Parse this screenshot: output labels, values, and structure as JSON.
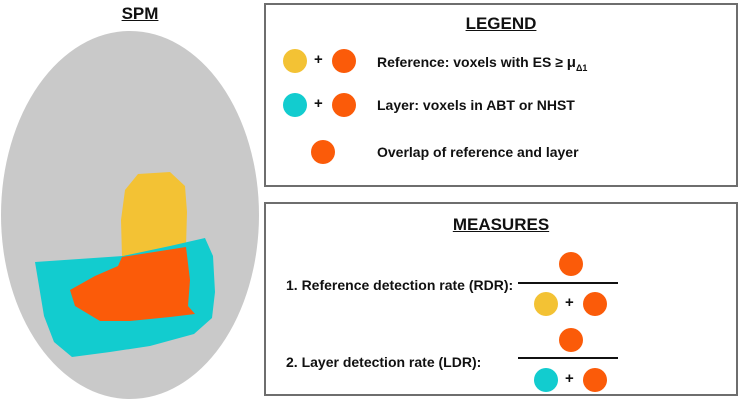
{
  "spm": {
    "title": "SPM",
    "colors": {
      "background": "#c9c9c9",
      "reference": "#f3c234",
      "overlap": "#fb5b09",
      "layer": "#12cccf"
    }
  },
  "legend": {
    "title": "LEGEND",
    "rows": [
      {
        "plus": "+",
        "text_prefix": "Reference: voxels with ES ≥ ",
        "mu": "μ",
        "mu_sub": "Δ1"
      },
      {
        "plus": "+",
        "text": "Layer: voxels in ABT or NHST"
      },
      {
        "text": "Overlap of reference and layer"
      }
    ]
  },
  "measures": {
    "title": "MEASURES",
    "items": [
      {
        "label": "1.  Reference detection rate (RDR):",
        "plus": "+"
      },
      {
        "label": "2.  Layer detection rate (LDR):",
        "plus": "+"
      }
    ]
  }
}
